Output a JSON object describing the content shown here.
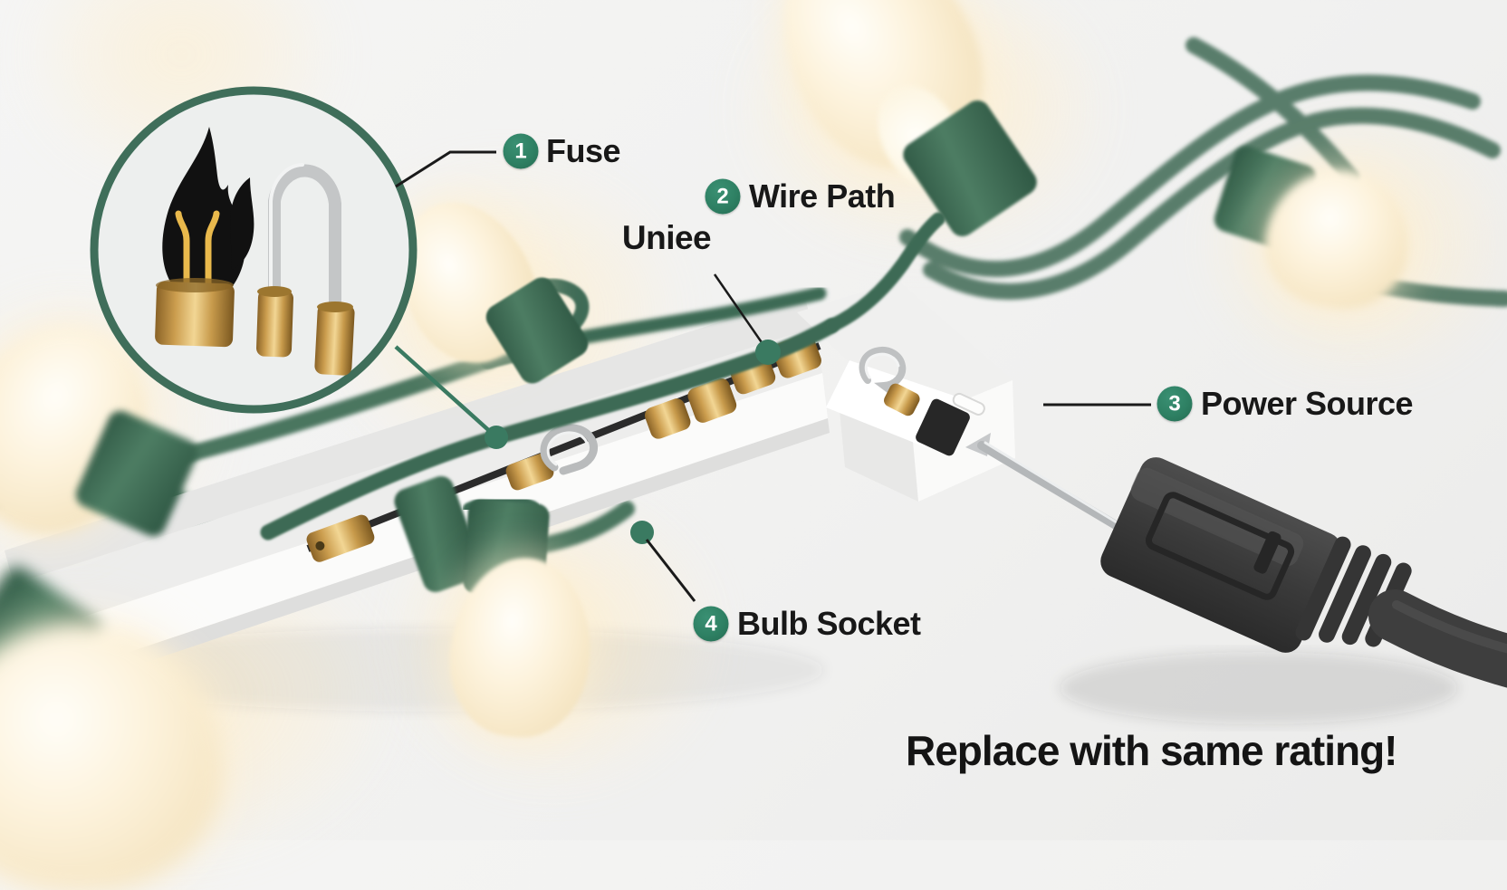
{
  "title": "Christmas light string fuse replacement diagram",
  "colors": {
    "background": "#f2f2f1",
    "badge_green": "#2e8063",
    "ring_green": "#3f6e5a",
    "wire_green": "#3e6c55",
    "socket_green": "#41705a",
    "fuse_gold": "#c99a4e",
    "bulb_glow": "#f8ecd4",
    "label_text": "#181818",
    "leader_line": "#1a1a1a",
    "plug_black": "#3d3d3d",
    "channel_white": "#f6f6f5"
  },
  "inset": {
    "icons": [
      {
        "name": "burnt-bulb-flame-icon"
      },
      {
        "name": "fuse-link-icon"
      }
    ]
  },
  "callouts": [
    {
      "number": "1",
      "label": "Fuse"
    },
    {
      "number": "2",
      "label": "Wire Path"
    },
    {
      "number": "3",
      "label": "Power Source"
    },
    {
      "number": "4",
      "label": "Bulb Socket"
    }
  ],
  "floating_label": {
    "text": "Uniee"
  },
  "warning": {
    "text": "Replace with same rating!"
  }
}
